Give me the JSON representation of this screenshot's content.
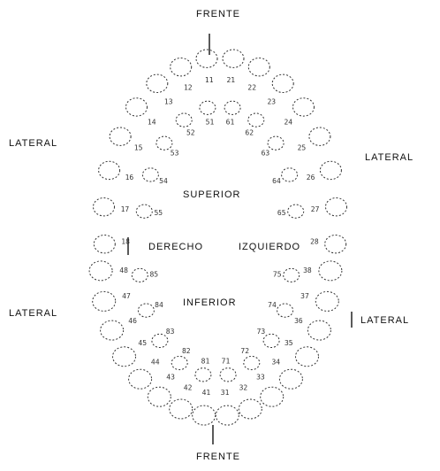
{
  "labels": {
    "top": "FRENTE",
    "bottom": "FRENTE",
    "upper_left": "LATERAL",
    "upper_right": "LATERAL",
    "lower_left": "LATERAL",
    "lower_right": "LATERAL",
    "upper_jaw": "SUPERIOR",
    "lower_jaw": "INFERIOR",
    "mid_left": "DERECHO",
    "mid_right": "IZQUIERDO"
  },
  "tooth_numbers": {
    "upper": [
      "18",
      "17",
      "16",
      "15",
      "14",
      "13",
      "12",
      "11",
      "21",
      "22",
      "23",
      "24",
      "25",
      "26",
      "27",
      "28"
    ],
    "upper_primary": [
      "55",
      "54",
      "53",
      "52",
      "51",
      "61",
      "62",
      "63",
      "64",
      "65"
    ],
    "lower_primary": [
      "85",
      "84",
      "83",
      "82",
      "81",
      "71",
      "72",
      "73",
      "74",
      "75"
    ],
    "lower": [
      "48",
      "47",
      "46",
      "45",
      "44",
      "43",
      "42",
      "41",
      "31",
      "32",
      "33",
      "34",
      "35",
      "36",
      "37",
      "38"
    ]
  }
}
